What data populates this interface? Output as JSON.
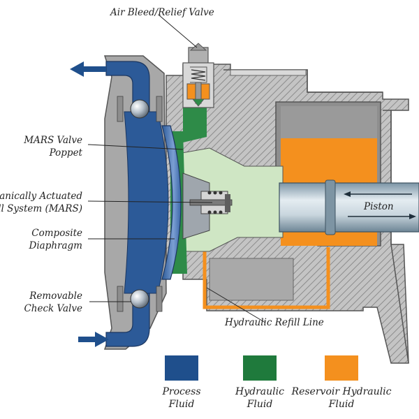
{
  "labels": {
    "air_bleed": "Air Bleed/Relief Valve",
    "mars_poppet_1": "MARS Valve",
    "mars_poppet_2": "Poppet",
    "mars_system_1": "hanically Actuated",
    "mars_system_2": "ll System (MARS)",
    "diaphragm_1": "Composite",
    "diaphragm_2": "Diaphragm",
    "check_valve_1": "Removable",
    "check_valve_2": "Check Valve",
    "refill_line": "Hydraulic Refill Line",
    "piston": "Piston"
  },
  "legend": [
    {
      "line1": "Process",
      "line2": "Fluid",
      "color": "#1f4f8c"
    },
    {
      "line1": "Hydraulic",
      "line2": "Fluid",
      "color": "#1f7a3c"
    },
    {
      "line1": "Reservoir Hydraulic",
      "line2": "Fluid",
      "color": "#f4901e"
    }
  ],
  "colors": {
    "process": "#1f4f8c",
    "process_light": "#5b80bd",
    "hydraulic": "#2e8b48",
    "hydraulic_light": "#cfe6c4",
    "reservoir": "#f4901e",
    "housing": "#b9b9b9",
    "arrow": "#1f4f8c"
  }
}
